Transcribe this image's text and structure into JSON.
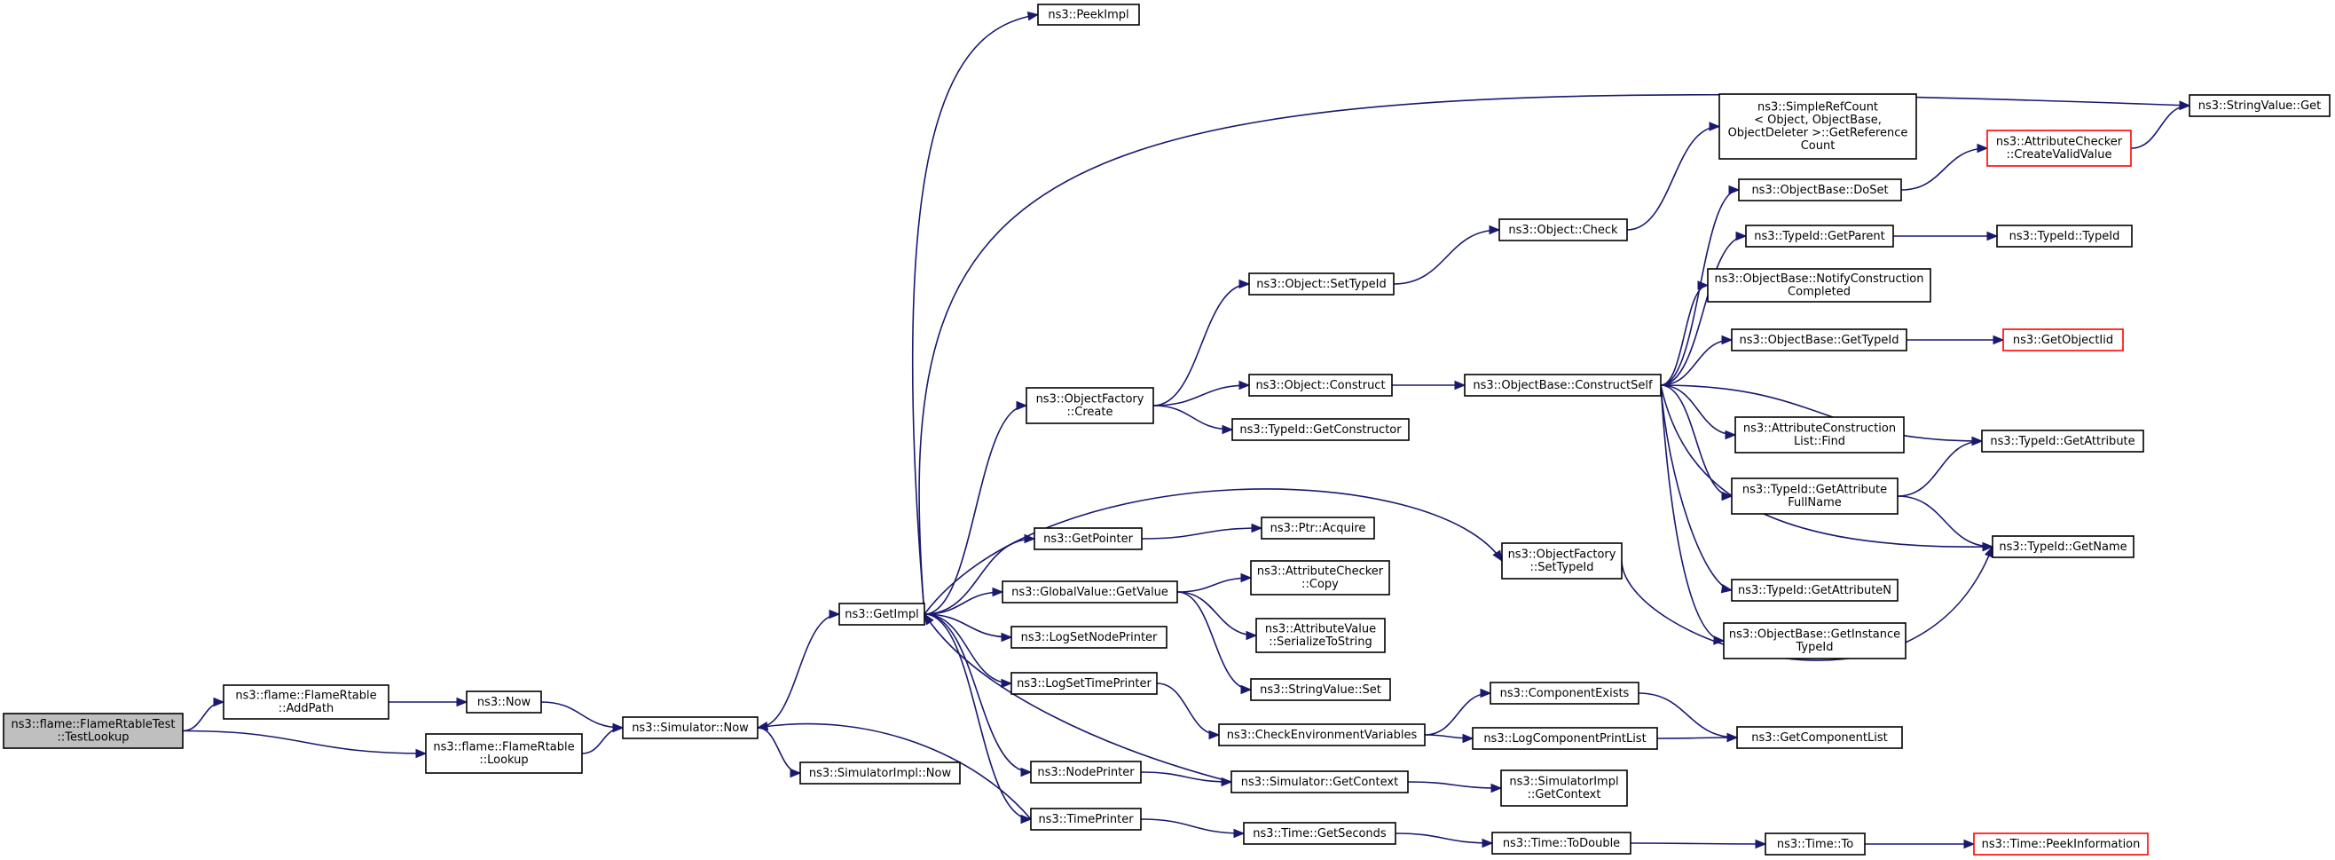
{
  "diagram": {
    "type": "call-graph",
    "colors": {
      "edge": "#191970",
      "node_border": "#000000",
      "root_fill": "#bfbfbf",
      "highlight_border": "#ff0000"
    },
    "nodes": [
      {
        "id": "testlookup",
        "lines": [
          "ns3::flame::FlameRtableTest",
          "::TestLookup"
        ],
        "style": "root"
      },
      {
        "id": "addpath",
        "lines": [
          "ns3::flame::FlameRtable",
          "::AddPath"
        ]
      },
      {
        "id": "lookup",
        "lines": [
          "ns3::flame::FlameRtable",
          "::Lookup"
        ]
      },
      {
        "id": "now",
        "lines": [
          "ns3::Now"
        ]
      },
      {
        "id": "simnow",
        "lines": [
          "ns3::Simulator::Now"
        ]
      },
      {
        "id": "simimplnow",
        "lines": [
          "ns3::SimulatorImpl::Now"
        ]
      },
      {
        "id": "getimpl",
        "lines": [
          "ns3::GetImpl"
        ]
      },
      {
        "id": "peekimpl",
        "lines": [
          "ns3::PeekImpl"
        ]
      },
      {
        "id": "ofcreate",
        "lines": [
          "ns3::ObjectFactory",
          "::Create"
        ]
      },
      {
        "id": "getpointer",
        "lines": [
          "ns3::GetPointer"
        ]
      },
      {
        "id": "gvgetvalue",
        "lines": [
          "ns3::GlobalValue::GetValue"
        ]
      },
      {
        "id": "logsetnode",
        "lines": [
          "ns3::LogSetNodePrinter"
        ]
      },
      {
        "id": "logsettime",
        "lines": [
          "ns3::LogSetTimePrinter"
        ]
      },
      {
        "id": "nodeprinter",
        "lines": [
          "ns3::NodePrinter"
        ]
      },
      {
        "id": "timeprinter",
        "lines": [
          "ns3::TimePrinter"
        ]
      },
      {
        "id": "objsettypeid",
        "lines": [
          "ns3::Object::SetTypeId"
        ]
      },
      {
        "id": "objconstruct",
        "lines": [
          "ns3::Object::Construct"
        ]
      },
      {
        "id": "tidgetctor",
        "lines": [
          "ns3::TypeId::GetConstructor"
        ]
      },
      {
        "id": "ptracquire",
        "lines": [
          "ns3::Ptr::Acquire"
        ]
      },
      {
        "id": "accopy",
        "lines": [
          "ns3::AttributeChecker",
          "::Copy"
        ]
      },
      {
        "id": "avser",
        "lines": [
          "ns3::AttributeValue",
          "::SerializeToString"
        ]
      },
      {
        "id": "svset",
        "lines": [
          "ns3::StringValue::Set"
        ]
      },
      {
        "id": "checkenv",
        "lines": [
          "ns3::CheckEnvironmentVariables"
        ]
      },
      {
        "id": "simgetctx",
        "lines": [
          "ns3::Simulator::GetContext"
        ]
      },
      {
        "id": "timegetsec",
        "lines": [
          "ns3::Time::GetSeconds"
        ]
      },
      {
        "id": "objcheck",
        "lines": [
          "ns3::Object::Check"
        ]
      },
      {
        "id": "obconstructself",
        "lines": [
          "ns3::ObjectBase::ConstructSelf"
        ]
      },
      {
        "id": "ofsettypeid",
        "lines": [
          "ns3::ObjectFactory",
          "::SetTypeId"
        ]
      },
      {
        "id": "compexists",
        "lines": [
          "ns3::ComponentExists"
        ]
      },
      {
        "id": "logcompprint",
        "lines": [
          "ns3::LogComponentPrintList"
        ]
      },
      {
        "id": "simimplgetctx",
        "lines": [
          "ns3::SimulatorImpl",
          "::GetContext"
        ]
      },
      {
        "id": "timetodouble",
        "lines": [
          "ns3::Time::ToDouble"
        ]
      },
      {
        "id": "srcgetref",
        "lines": [
          "ns3::SimpleRefCount",
          "< Object, ObjectBase,",
          "ObjectDeleter >::GetReference",
          "Count"
        ]
      },
      {
        "id": "obdoset",
        "lines": [
          "ns3::ObjectBase::DoSet"
        ]
      },
      {
        "id": "tidgetparent",
        "lines": [
          "ns3::TypeId::GetParent"
        ]
      },
      {
        "id": "obnotify",
        "lines": [
          "ns3::ObjectBase::NotifyConstruction",
          "Completed"
        ]
      },
      {
        "id": "obgettypeid",
        "lines": [
          "ns3::ObjectBase::GetTypeId"
        ]
      },
      {
        "id": "acfind",
        "lines": [
          "ns3::AttributeConstruction",
          "List::Find"
        ]
      },
      {
        "id": "tidgetattrfull",
        "lines": [
          "ns3::TypeId::GetAttribute",
          "FullName"
        ]
      },
      {
        "id": "tidgetattrn",
        "lines": [
          "ns3::TypeId::GetAttributeN"
        ]
      },
      {
        "id": "obgetinst",
        "lines": [
          "ns3::ObjectBase::GetInstance",
          "TypeId"
        ]
      },
      {
        "id": "getcomplist",
        "lines": [
          "ns3::GetComponentList"
        ]
      },
      {
        "id": "timeto",
        "lines": [
          "ns3::Time::To"
        ]
      },
      {
        "id": "acvalid",
        "lines": [
          "ns3::AttributeChecker",
          "::CreateValidValue"
        ],
        "style": "red"
      },
      {
        "id": "tidtypeid",
        "lines": [
          "ns3::TypeId::TypeId"
        ]
      },
      {
        "id": "getobjectiid",
        "lines": [
          "ns3::GetObjectIid"
        ],
        "style": "red"
      },
      {
        "id": "tidgetattr",
        "lines": [
          "ns3::TypeId::GetAttribute"
        ]
      },
      {
        "id": "tidgetname",
        "lines": [
          "ns3::TypeId::GetName"
        ]
      },
      {
        "id": "timepeek",
        "lines": [
          "ns3::Time::PeekInformation"
        ],
        "style": "red"
      },
      {
        "id": "svget",
        "lines": [
          "ns3::StringValue::Get"
        ]
      }
    ],
    "edges": [
      [
        "testlookup",
        "addpath"
      ],
      [
        "testlookup",
        "lookup"
      ],
      [
        "addpath",
        "now"
      ],
      [
        "now",
        "simnow"
      ],
      [
        "lookup",
        "simnow"
      ],
      [
        "simnow",
        "getimpl"
      ],
      [
        "simnow",
        "simimplnow"
      ],
      [
        "getimpl",
        "peekimpl"
      ],
      [
        "getimpl",
        "svget"
      ],
      [
        "getimpl",
        "ofcreate"
      ],
      [
        "getimpl",
        "ofsettypeid"
      ],
      [
        "getimpl",
        "getpointer"
      ],
      [
        "getimpl",
        "gvgetvalue"
      ],
      [
        "getimpl",
        "logsetnode"
      ],
      [
        "getimpl",
        "logsettime"
      ],
      [
        "getimpl",
        "nodeprinter"
      ],
      [
        "getimpl",
        "timeprinter"
      ],
      [
        "ofcreate",
        "objsettypeid"
      ],
      [
        "ofcreate",
        "objconstruct"
      ],
      [
        "ofcreate",
        "tidgetctor"
      ],
      [
        "objsettypeid",
        "objcheck"
      ],
      [
        "objcheck",
        "srcgetref"
      ],
      [
        "objconstruct",
        "obconstructself"
      ],
      [
        "obconstructself",
        "obdoset"
      ],
      [
        "obconstructself",
        "tidgetparent"
      ],
      [
        "obconstructself",
        "obnotify"
      ],
      [
        "obconstructself",
        "obgettypeid"
      ],
      [
        "obconstructself",
        "tidgetattr"
      ],
      [
        "obconstructself",
        "acfind"
      ],
      [
        "obconstructself",
        "tidgetattrfull"
      ],
      [
        "obconstructself",
        "tidgetname"
      ],
      [
        "obconstructself",
        "tidgetattrn"
      ],
      [
        "obconstructself",
        "obgetinst"
      ],
      [
        "obdoset",
        "acvalid"
      ],
      [
        "acvalid",
        "svget"
      ],
      [
        "tidgetparent",
        "tidtypeid"
      ],
      [
        "obgettypeid",
        "getobjectiid"
      ],
      [
        "tidgetattrfull",
        "tidgetattr"
      ],
      [
        "tidgetattrfull",
        "tidgetname"
      ],
      [
        "ofsettypeid",
        "tidgetname"
      ],
      [
        "getpointer",
        "ptracquire"
      ],
      [
        "gvgetvalue",
        "accopy"
      ],
      [
        "gvgetvalue",
        "avser"
      ],
      [
        "gvgetvalue",
        "svset"
      ],
      [
        "logsettime",
        "checkenv"
      ],
      [
        "checkenv",
        "compexists"
      ],
      [
        "checkenv",
        "logcompprint"
      ],
      [
        "compexists",
        "getcomplist"
      ],
      [
        "logcompprint",
        "getcomplist"
      ],
      [
        "simgetctx",
        "getimpl"
      ],
      [
        "nodeprinter",
        "simgetctx"
      ],
      [
        "simgetctx",
        "simimplgetctx"
      ],
      [
        "timeprinter",
        "simnow"
      ],
      [
        "timeprinter",
        "timegetsec"
      ],
      [
        "timegetsec",
        "timetodouble"
      ],
      [
        "timetodouble",
        "timeto"
      ],
      [
        "timeto",
        "timepeek"
      ]
    ]
  }
}
